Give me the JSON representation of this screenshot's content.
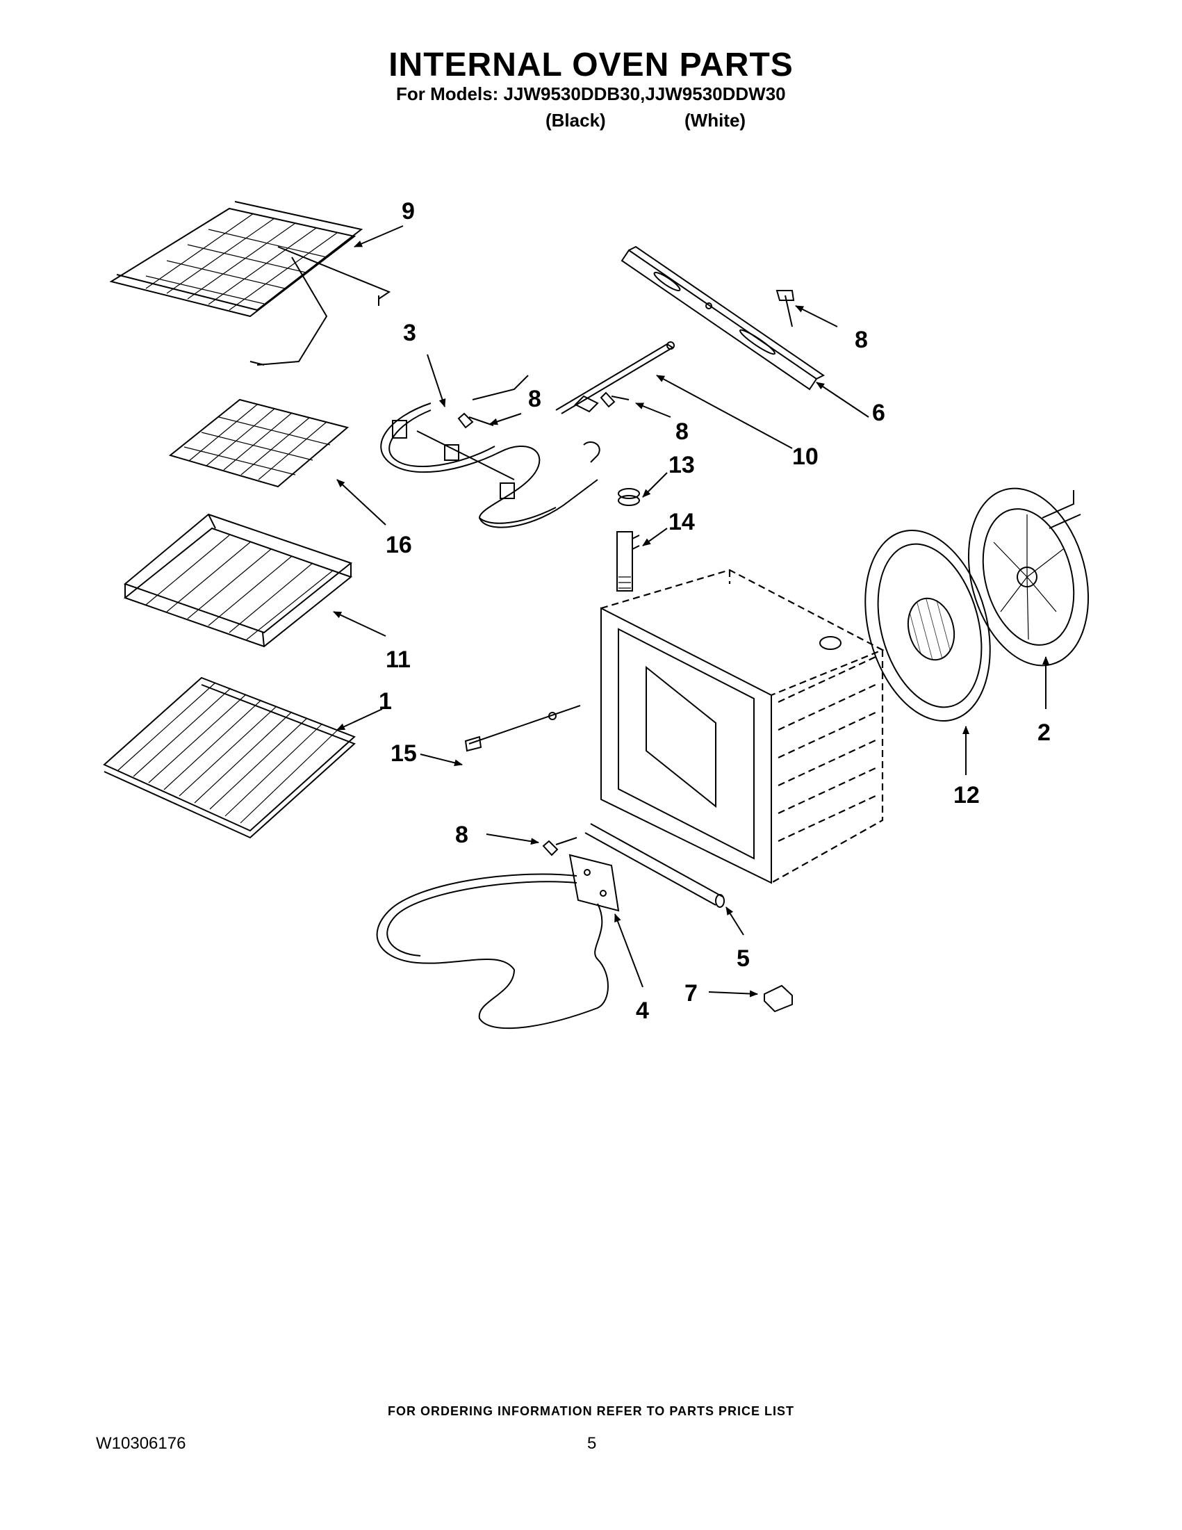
{
  "header": {
    "title": "INTERNAL OVEN PARTS",
    "models": "For Models: JJW9530DDB30,JJW9530DDW30",
    "variant_black": "(Black)",
    "variant_white": "(White)"
  },
  "callouts": {
    "c1": "1",
    "c2": "2",
    "c3": "3",
    "c4": "4",
    "c5": "5",
    "c6": "6",
    "c7": "7",
    "c8": "8",
    "c9": "9",
    "c10": "10",
    "c11": "11",
    "c12": "12",
    "c13": "13",
    "c14": "14",
    "c15": "15",
    "c16": "16"
  },
  "footer": {
    "ordering_note": "FOR ORDERING INFORMATION REFER TO PARTS PRICE LIST",
    "document_number": "W10306176",
    "page_number": "5"
  }
}
